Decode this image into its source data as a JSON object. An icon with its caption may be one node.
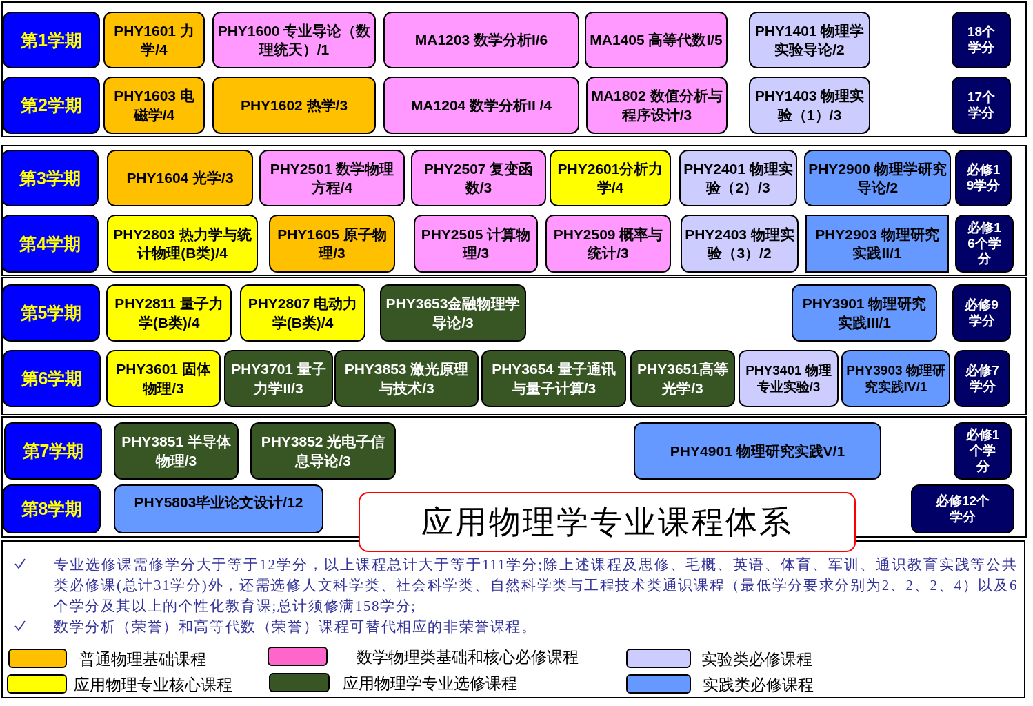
{
  "diagram": {
    "title": "应用物理学专业课程体系",
    "nodes": [
      {
        "text": [
          "第1学期"
        ]
      },
      {
        "text": [
          "PHY1601 力学/4"
        ]
      },
      {
        "text": [
          "PHY1600 专业导论（数理统天）/1"
        ]
      },
      {
        "text": [
          "MA1203 数学分析I/6"
        ]
      },
      {
        "text": [
          "MA1405 高等代数I/5"
        ]
      },
      {
        "text": [
          "PHY1401 物理学实验导论/2"
        ]
      },
      {
        "text": [
          "18个学分"
        ]
      },
      {
        "text": [
          "第2学期"
        ]
      },
      {
        "text": [
          "PHY1603 电磁学/4"
        ]
      },
      {
        "text": [
          "PHY1602 热学/3"
        ]
      },
      {
        "text": [
          "MA1204 数学分析II /4"
        ]
      },
      {
        "text": [
          "MA1802 数值分析与程序设计/3"
        ]
      },
      {
        "text": [
          "PHY1403 物理实验（1）/3"
        ]
      },
      {
        "text": [
          "17个学分"
        ]
      },
      {
        "text": [
          "第3学期"
        ]
      },
      {
        "text": [
          "PHY1604 光学/3"
        ]
      },
      {
        "text": [
          "PHY2501 数学物理方程/4"
        ]
      },
      {
        "text": [
          "PHY2507 复变函数/3"
        ]
      },
      {
        "text": [
          "PHY2601分析力学/4"
        ]
      },
      {
        "text": [
          "PHY2401 物理实验（2）/3"
        ]
      },
      {
        "text": [
          "PHY2900 物理学研究导论/2"
        ]
      },
      {
        "text": [
          "必修19学分"
        ]
      },
      {
        "text": [
          "第4学期"
        ]
      },
      {
        "text": [
          "PHY2803 热力学与统计物理(B类)/4"
        ]
      },
      {
        "text": [
          "PHY1605  原子物理/3"
        ]
      },
      {
        "text": [
          "PHY2505 计算物理/3"
        ]
      },
      {
        "text": [
          "PHY2509 概率与统计/3"
        ]
      },
      {
        "text": [
          "PHY2403 物理实验（3）/2"
        ]
      },
      {
        "text": [
          "PHY2903 物理研究实践II/1"
        ]
      },
      {
        "text": [
          "必修16个学分"
        ]
      },
      {
        "text": [
          "第5学期"
        ]
      },
      {
        "text": [
          "PHY2811 量子力学(B类)/4"
        ]
      },
      {
        "text": [
          "PHY2807 电动力学(B类)/4"
        ]
      },
      {
        "text": [
          "PHY3653金融物理学导论/3"
        ]
      },
      {
        "text": [
          "PHY3901 物理研究实践III/1"
        ]
      },
      {
        "text": [
          "必修9学分"
        ]
      },
      {
        "text": [
          "第6学期"
        ]
      },
      {
        "text": [
          "PHY3601 固体物理/3"
        ]
      },
      {
        "text": [
          "PHY3701 量子力学II/3"
        ]
      },
      {
        "text": [
          "PHY3853 激光原理与技术/3"
        ]
      },
      {
        "text": [
          "PHY3654 量子通讯与量子计算/3"
        ]
      },
      {
        "text": [
          "PHY3651高等光学/3"
        ]
      },
      {
        "text": [
          "PHY3401 物理专业实验/3"
        ]
      },
      {
        "text": [
          "PHY3903 物理研究实践IV/1"
        ]
      },
      {
        "text": [
          "必修7学分"
        ]
      },
      {
        "text": [
          "第7学期"
        ]
      },
      {
        "text": [
          "PHY3851 半导体物理/3"
        ]
      },
      {
        "text": [
          "PHY3852 光电子信息导论/3"
        ]
      },
      {
        "text": [
          "PHY4901 物理研究实践V/1"
        ]
      },
      {
        "text": [
          "必修1个学分"
        ]
      },
      {
        "text": [
          "第8学期"
        ]
      },
      {
        "text": [
          "PHY5803毕业论文设计/12"
        ]
      },
      {
        "text": [
          "必修12个学分"
        ]
      }
    ],
    "labels": [
      "专业选修课需修学分大于等于12学分，以上课程总计大于等于111学分;除上述课程及思修、毛概、英语、体育、军训、通识教育实践等公共类必修课(总计31学分)外，还需选修人文科学类、社会科学类、自然科学类与工程技术类通识课程（最低学分要求分别为2、2、2、4）以及6个学分及其以上的个性化教育课;总计须修满158学分;",
      "数学分析（荣誉）和高等代数（荣誉）课程可替代相应的非荣誉课程。"
    ],
    "legend": [
      {
        "text": "普通物理基础课程",
        "color": "#ffc000"
      },
      {
        "text": "数学物理类基础和核心必修课程",
        "color": "#ff66cc"
      },
      {
        "text": "实验类必修课程",
        "color": "#ccccff"
      },
      {
        "text": "应用物理专业核心课程",
        "color": "#ffff00"
      },
      {
        "text": "应用物理学专业选修课程",
        "color": "#375623"
      },
      {
        "text": "实践类必修课程",
        "color": "#6699ff"
      }
    ]
  }
}
